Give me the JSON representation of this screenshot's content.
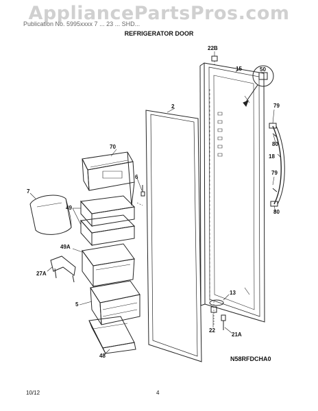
{
  "watermark": "AppliancePartsPros.com",
  "subhead": "Publication No. 5995xxxx 7  ... 23 ... SHD... ",
  "title": "REFRIGERATOR DOOR",
  "model_code": "N58RFDCHA0",
  "footer": {
    "date": "10/12",
    "page": "4"
  },
  "callouts": {
    "c22B": "22B",
    "c15": "15",
    "c50": "50",
    "c2": "2",
    "c79a": "79",
    "c70": "70",
    "c80a": "80",
    "c18": "18",
    "c79b": "79",
    "c6": "6",
    "c7": "7",
    "c49": "49",
    "c80b": "80",
    "c49A": "49A",
    "c27A": "27A",
    "c5": "5",
    "c13": "13",
    "c22": "22",
    "c21A": "21A",
    "c48": "48"
  }
}
